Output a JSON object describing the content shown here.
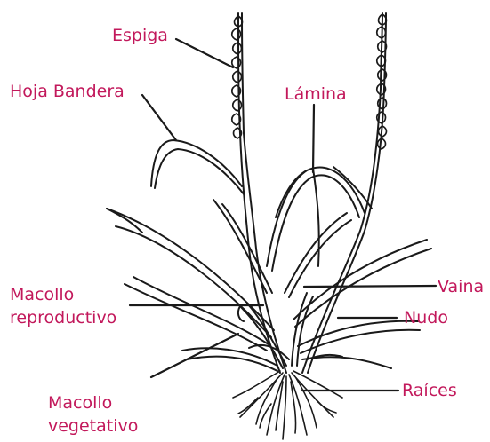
{
  "labels": {
    "espiga": "Espiga",
    "hoja_bandera": "Hoja Bandera",
    "lamina": "Lámina",
    "macollo_reproductivo_1": "Macollo",
    "macollo_reproductivo_2": "reproductivo",
    "vaina": "Vaina",
    "nudo": "Nudo",
    "raices": "Raíces",
    "macollo_vegetativo_1": "Macollo",
    "macollo_vegetativo_2": "vegetativo"
  },
  "colors": {
    "label_text": "#c2185b",
    "line_art": "#1a1a1a"
  }
}
